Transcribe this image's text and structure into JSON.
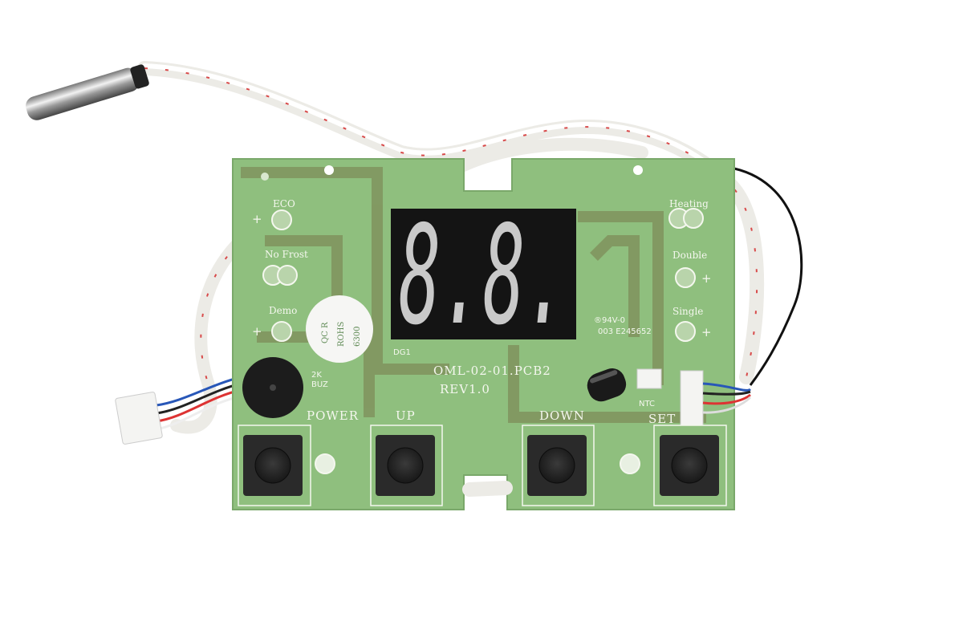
{
  "board": {
    "model": "OML-02-01.PCB2",
    "revision": "REV1.0",
    "display_ref": "DG1",
    "display_reading": "8.8.",
    "ul_mark": "94V-0",
    "ul_code": "003 E245652",
    "ntc_label": "NTC",
    "buzzer_label_1": "2K",
    "buzzer_label_2": "BUZ",
    "sticker": [
      "QC R",
      "ROHS",
      "6300"
    ],
    "indicators_left": [
      {
        "label": "ECO",
        "sign": "+"
      },
      {
        "label": "No Frost",
        "sign": ""
      },
      {
        "label": "Demo",
        "sign": "+"
      }
    ],
    "indicators_right": [
      {
        "label": "Heating",
        "sign": ""
      },
      {
        "label": "Double",
        "sign": "+"
      },
      {
        "label": "Single",
        "sign": "+"
      }
    ],
    "buttons": [
      {
        "label": "POWER"
      },
      {
        "label": "UP"
      },
      {
        "label": "DOWN"
      },
      {
        "label": "SET"
      }
    ]
  },
  "colors": {
    "pcb": "#8fbf7e",
    "display": "#141414",
    "cable": "#ecebe6",
    "cable_stripe": "#d84a4a"
  }
}
